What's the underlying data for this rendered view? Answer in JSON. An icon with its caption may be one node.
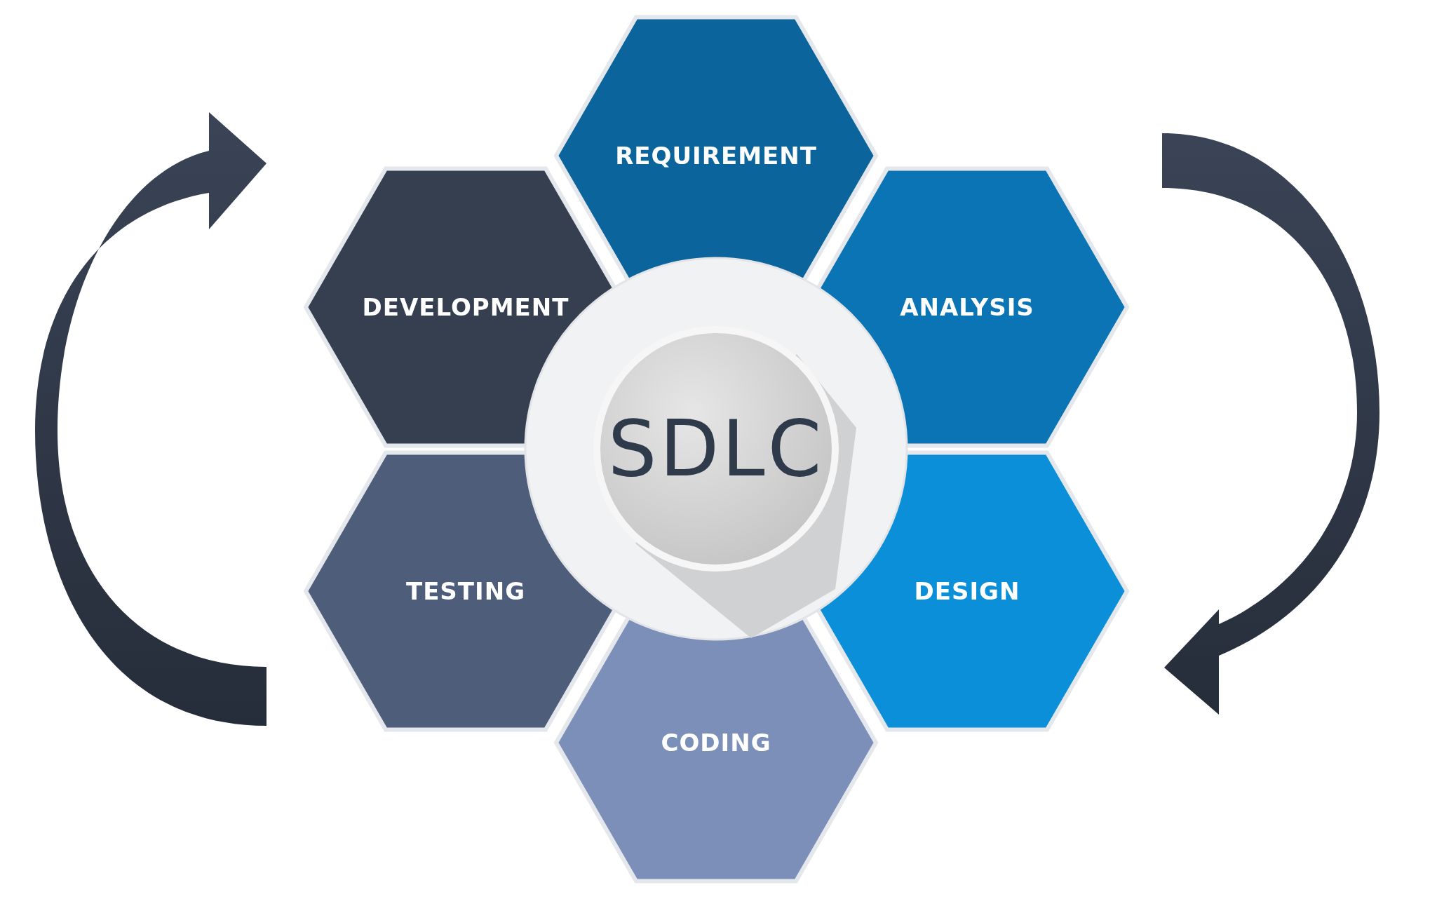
{
  "diagram": {
    "nodes": [
      {
        "text": [
          "REQUIREMENT"
        ]
      },
      {
        "text": [
          "DEVELOPMENT"
        ]
      },
      {
        "text": [
          "ANALYSIS"
        ]
      },
      {
        "text": [
          "SDLC"
        ]
      },
      {
        "text": [
          "TESTING"
        ]
      },
      {
        "text": [
          "DESIGN"
        ]
      },
      {
        "text": [
          "CODING"
        ]
      }
    ]
  }
}
